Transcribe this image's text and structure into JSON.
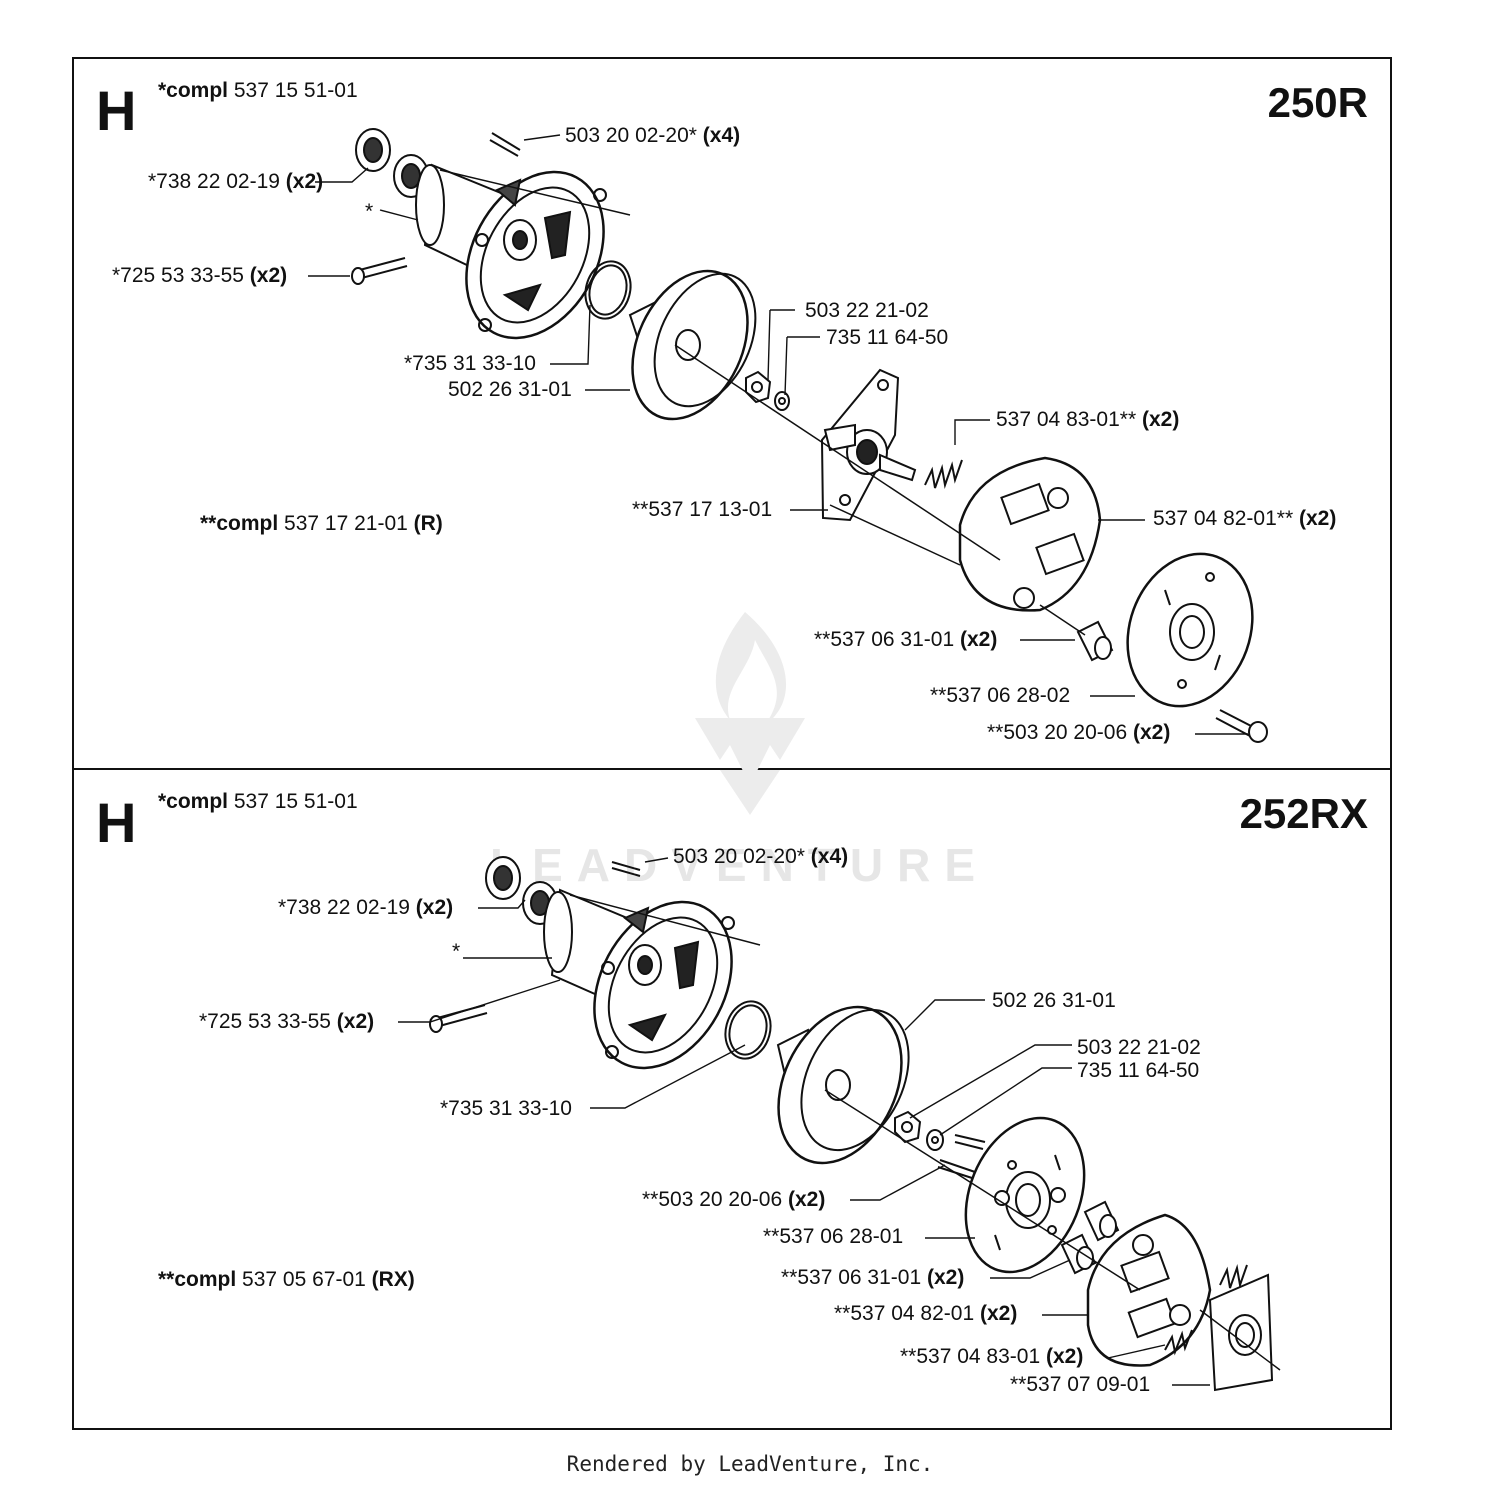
{
  "panels": [
    {
      "letter": "H",
      "model": "250R",
      "kit_top": {
        "star": "*compl",
        "num": " 537 15 51-01"
      },
      "kit_bottom": {
        "star": "**compl",
        "num": " 537 17 21-01 ",
        "suffix": "(R)"
      },
      "labels": [
        {
          "num": "503 20 02-20* ",
          "qty": "(x4)"
        },
        {
          "num": "*738 22 02-19 ",
          "qty": "(x2)"
        },
        {
          "num": "*",
          "qty": ""
        },
        {
          "num": "*725 53 33-55 ",
          "qty": "(x2)"
        },
        {
          "num": "503 22 21-02",
          "qty": ""
        },
        {
          "num": "735 11 64-50",
          "qty": ""
        },
        {
          "num": "*735 31 33-10",
          "qty": ""
        },
        {
          "num": "502 26 31-01",
          "qty": ""
        },
        {
          "num": "537 04 83-01** ",
          "qty": "(x2)"
        },
        {
          "num": "**537 17 13-01",
          "qty": ""
        },
        {
          "num": "537 04 82-01** ",
          "qty": "(x2)"
        },
        {
          "num": "**537 06 31-01 ",
          "qty": "(x2)"
        },
        {
          "num": "**537 06 28-02",
          "qty": ""
        },
        {
          "num": "**503 20 20-06 ",
          "qty": "(x2)"
        }
      ]
    },
    {
      "letter": "H",
      "model": "252RX",
      "kit_top": {
        "star": "*compl",
        "num": " 537 15 51-01"
      },
      "kit_bottom": {
        "star": "**compl",
        "num": " 537 05 67-01 ",
        "suffix": "(RX)"
      },
      "labels": [
        {
          "num": "503 20 02-20* ",
          "qty": "(x4)"
        },
        {
          "num": "*738 22 02-19 ",
          "qty": "(x2)"
        },
        {
          "num": "*",
          "qty": ""
        },
        {
          "num": "*725 53 33-55 ",
          "qty": "(x2)"
        },
        {
          "num": "502 26 31-01",
          "qty": ""
        },
        {
          "num": "503 22 21-02",
          "qty": ""
        },
        {
          "num": "735 11 64-50",
          "qty": ""
        },
        {
          "num": "*735 31 33-10",
          "qty": ""
        },
        {
          "num": "**503 20 20-06 ",
          "qty": "(x2)"
        },
        {
          "num": "**537 06 28-01",
          "qty": ""
        },
        {
          "num": "**537 06 31-01 ",
          "qty": "(x2)"
        },
        {
          "num": "**537 04 82-01 ",
          "qty": "(x2)"
        },
        {
          "num": "**537 04 83-01 ",
          "qty": "(x2)"
        },
        {
          "num": "**537 07 09-01",
          "qty": ""
        }
      ]
    }
  ],
  "watermark": "LEADVENTURE",
  "footer": "Rendered by LeadVenture, Inc."
}
